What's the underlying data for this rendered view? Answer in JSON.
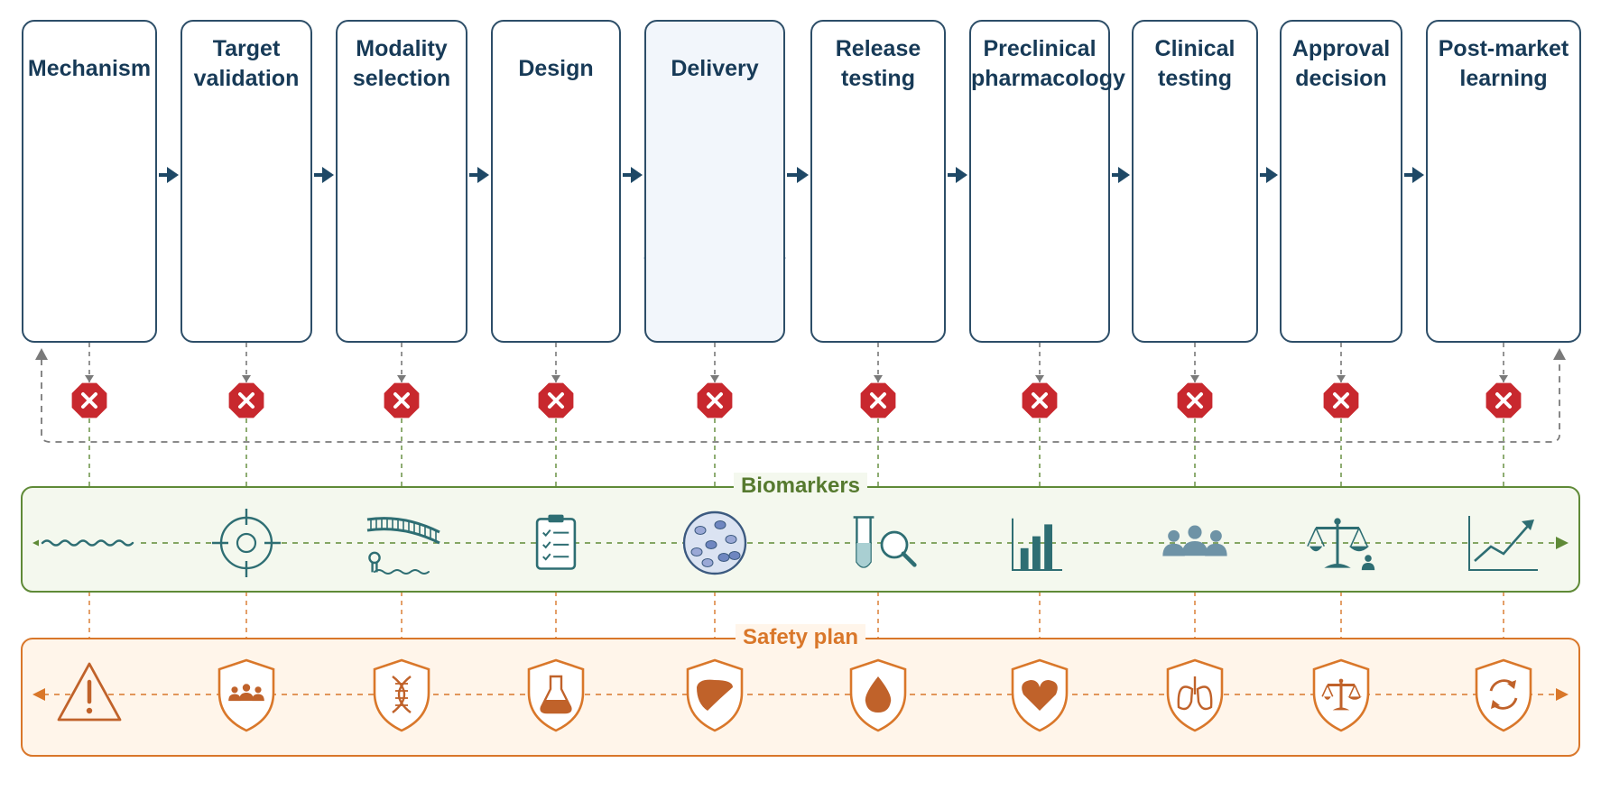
{
  "stages": [
    {
      "id": "mechanism",
      "title_lines": [
        "Mechanism"
      ],
      "icon": "rna-hairpin-mechanism-icon"
    },
    {
      "id": "target-validation",
      "title_lines": [
        "Target",
        "validation"
      ],
      "icon": "target-crosshair-icon"
    },
    {
      "id": "modality-selection",
      "title_lines": [
        "Modality",
        "selection"
      ],
      "icon": "modality-icons"
    },
    {
      "id": "design",
      "title_lines": [
        "Design"
      ],
      "icon": "laptop-gear-icon"
    },
    {
      "id": "delivery",
      "title_lines": [
        "Delivery"
      ],
      "icon": "lipid-nanoparticle-icon"
    },
    {
      "id": "release-testing",
      "title_lines": [
        "Release",
        "testing"
      ],
      "icon": "test-tube-plate-icon"
    },
    {
      "id": "preclinical-pharmacology",
      "title_lines": [
        "Preclinical",
        "pharmacology"
      ],
      "icon": "mouse-icon"
    },
    {
      "id": "clinical-testing",
      "title_lines": [
        "Clinical",
        "testing"
      ],
      "icon": "clipboard-magnifier-icon"
    },
    {
      "id": "approval-decision",
      "title_lines": [
        "Approval",
        "decision"
      ],
      "icon": "scales-icon"
    },
    {
      "id": "post-market-learning",
      "title_lines": [
        "Post-market",
        "learning"
      ],
      "icon": "cycle-arrows-icon"
    }
  ],
  "bands": {
    "biomarkers": {
      "label": "Biomarkers",
      "color": "#5f8a37",
      "icons": [
        "rna-strand-icon",
        "target-icon",
        "duplex-hairpin-icon",
        "checklist-icon",
        "cell-sample-icon",
        "tube-magnifier-icon",
        "bar-chart-icon",
        "people-icon",
        "scales-person-icon",
        "trend-line-icon"
      ]
    },
    "safety_plan": {
      "label": "Safety plan",
      "color": "#d9772a",
      "icons": [
        "warning-icon",
        "shield-people-icon",
        "shield-dna-icon",
        "shield-flask-icon",
        "shield-liver-icon",
        "shield-drop-icon",
        "shield-heart-icon",
        "shield-lungs-icon",
        "shield-scales-icon",
        "shield-cycle-icon"
      ]
    }
  },
  "colors": {
    "stage_border": "#2d4e68",
    "title": "#173a57",
    "arrow": "#1e4866",
    "stop": "#c8282e",
    "feedback": "#7a7a7a",
    "icon_blue": "#4f7aa0",
    "icon_teal": "#2b8f8f",
    "icon_green": "#3b7a3b"
  }
}
